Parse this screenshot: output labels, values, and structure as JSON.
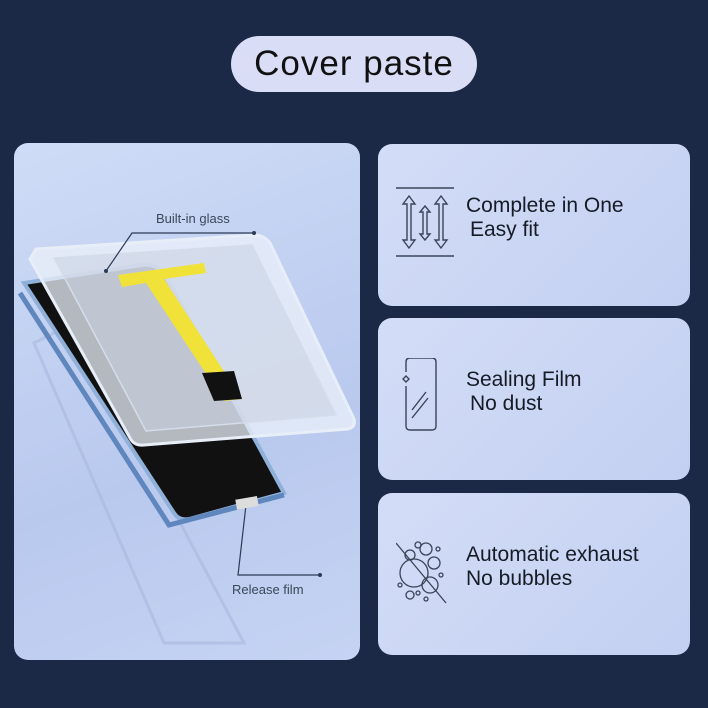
{
  "title": "Cover paste",
  "diagram": {
    "label_top": "Built-in glass",
    "label_bottom": "Release film"
  },
  "features": [
    {
      "icon": "arrows-vertical-icon",
      "line1": "Complete in One",
      "line2": "Easy fit"
    },
    {
      "icon": "phone-film-icon",
      "line1": "Sealing Film",
      "line2": "No dust"
    },
    {
      "icon": "no-bubbles-icon",
      "line1": "Automatic exhaust",
      "line2": "No bubbles"
    }
  ],
  "colors": {
    "background": "#1b2947",
    "pill": "#d9ddf6",
    "panel": "#c6d3f3",
    "accent_yellow": "#f1e23a"
  }
}
